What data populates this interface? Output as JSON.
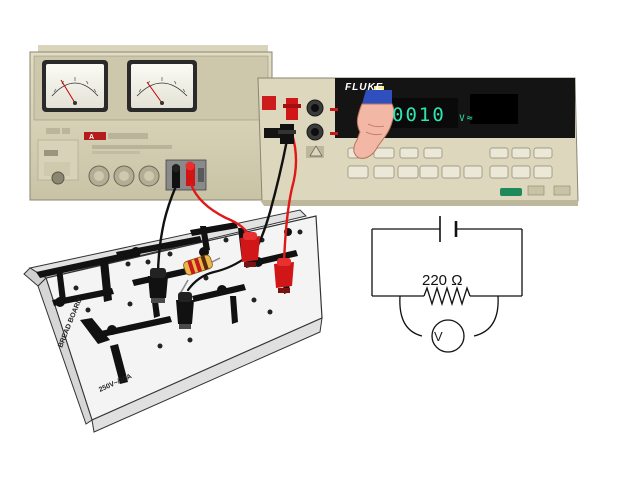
{
  "scene": {
    "power_supply": {
      "brand_mark": "A"
    },
    "multimeter": {
      "brand": "FLUKE",
      "display_reading": "0010",
      "display_unit": "V",
      "display_symbol": "≈"
    },
    "breadboard": {
      "side_text_1": "BREAD BOARD",
      "side_text_2": "250V~/10A"
    },
    "schematic": {
      "resistor_label": "220 Ω",
      "voltmeter_label": "V"
    }
  },
  "colors": {
    "red_wire": "#e01818",
    "black_wire": "#111111",
    "meter_display": "#2ee6b0"
  }
}
